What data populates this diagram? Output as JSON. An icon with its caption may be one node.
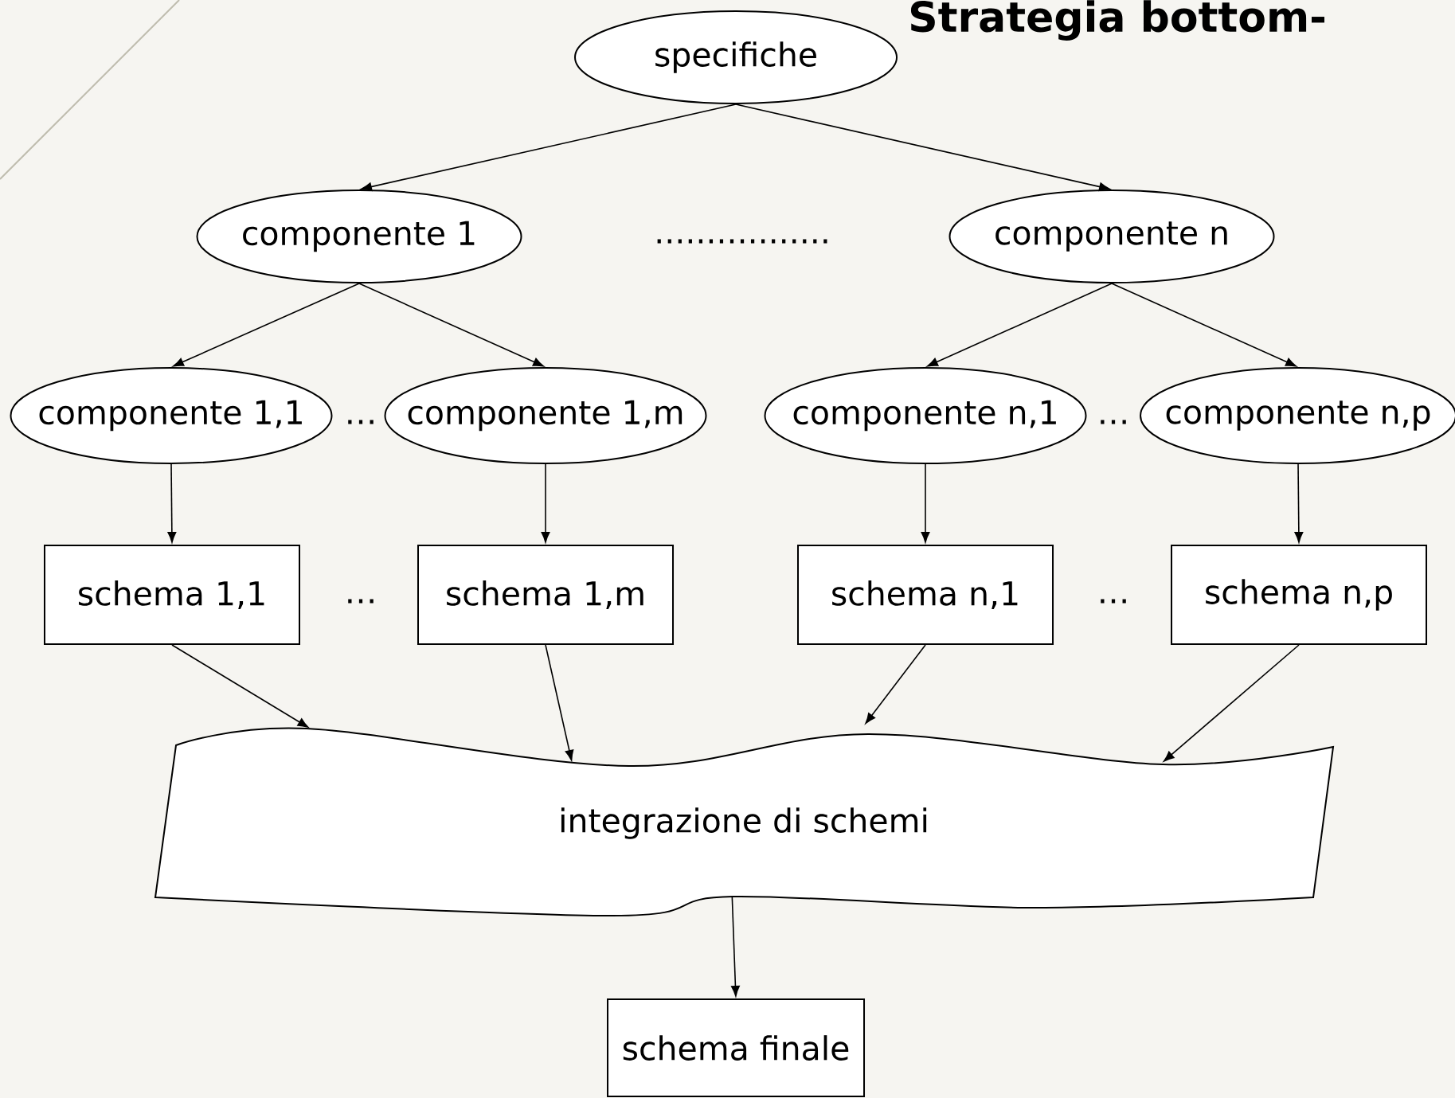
{
  "diagram": {
    "title": "Strategia bottom-",
    "nodes": [
      {
        "text": [
          "specifiche"
        ]
      },
      {
        "text": [
          "componente 1"
        ]
      },
      {
        "text": [
          "componente n"
        ]
      },
      {
        "text": [
          "componente 1,1"
        ]
      },
      {
        "text": [
          "componente 1,m"
        ]
      },
      {
        "text": [
          "componente n,1"
        ]
      },
      {
        "text": [
          "componente n,p"
        ]
      },
      {
        "text": [
          "schema 1,1"
        ]
      },
      {
        "text": [
          "schema 1,m"
        ]
      },
      {
        "text": [
          "schema n,1"
        ]
      },
      {
        "text": [
          "schema n,p"
        ]
      },
      {
        "text": [
          "integrazione di schemi"
        ]
      },
      {
        "text": [
          "schema finale"
        ]
      }
    ],
    "edges": [
      {
        "from": 0,
        "to": 1,
        "arrow": "to"
      },
      {
        "from": 0,
        "to": 2,
        "arrow": "to"
      },
      {
        "from": 1,
        "to": 3,
        "arrow": "to"
      },
      {
        "from": 1,
        "to": 4,
        "arrow": "to"
      },
      {
        "from": 2,
        "to": 5,
        "arrow": "to"
      },
      {
        "from": 2,
        "to": 6,
        "arrow": "to"
      },
      {
        "from": 3,
        "to": 7,
        "arrow": "to"
      },
      {
        "from": 4,
        "to": 8,
        "arrow": "to"
      },
      {
        "from": 5,
        "to": 9,
        "arrow": "to"
      },
      {
        "from": 6,
        "to": 10,
        "arrow": "to"
      },
      {
        "from": 7,
        "to": 11,
        "arrow": "to"
      },
      {
        "from": 8,
        "to": 11,
        "arrow": "to"
      },
      {
        "from": 9,
        "to": 11,
        "arrow": "to"
      },
      {
        "from": 10,
        "to": 11,
        "arrow": "to"
      },
      {
        "from": 11,
        "to": 12,
        "arrow": "to"
      }
    ],
    "labels": [
      ".................",
      "…",
      "…",
      "…",
      "…"
    ]
  }
}
